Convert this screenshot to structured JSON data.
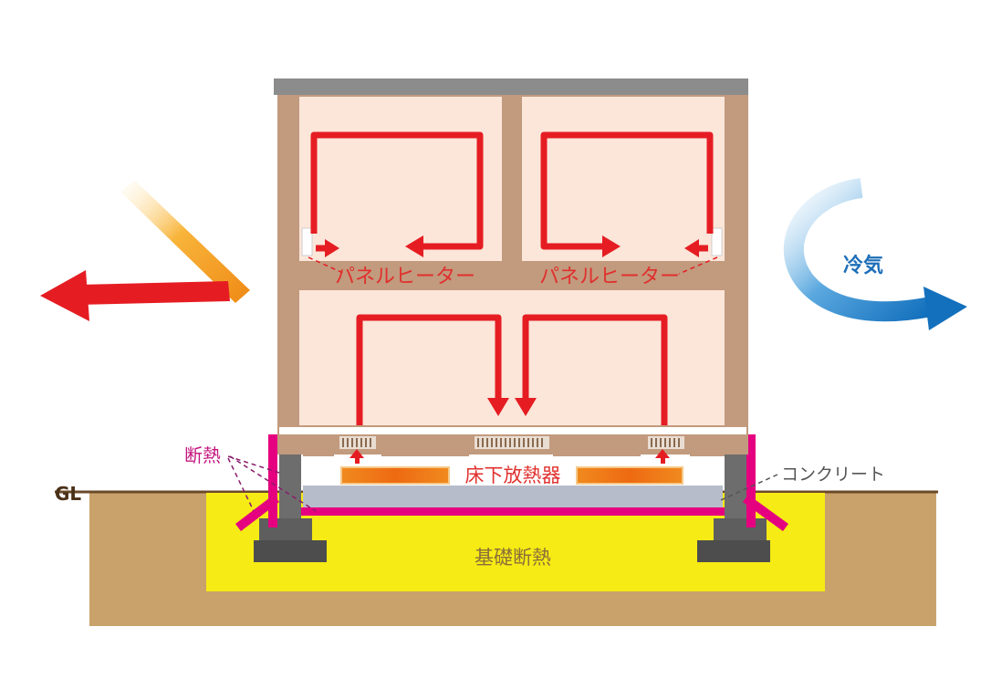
{
  "labels": {
    "panel_heater_left": "パネルヒーター",
    "panel_heater_right": "パネルヒーター",
    "cold_air": "冷気",
    "insulation": "断熱",
    "underfloor_heater": "床下放熱器",
    "concrete": "コンクリート",
    "foundation_insulation": "基礎断熱",
    "ground_level": "GL"
  },
  "colors": {
    "heat_arrow": "#e51d23",
    "cold_air": "#1e7cc6",
    "insulation_magenta": "#e5007f",
    "foundation_yellow": "#f6eb14",
    "ground": "#c9a26b",
    "room": "#fbe6d9",
    "wall": "#c29a7e",
    "roof": "#8c8c8c",
    "sunlight": "#f0a02a"
  }
}
